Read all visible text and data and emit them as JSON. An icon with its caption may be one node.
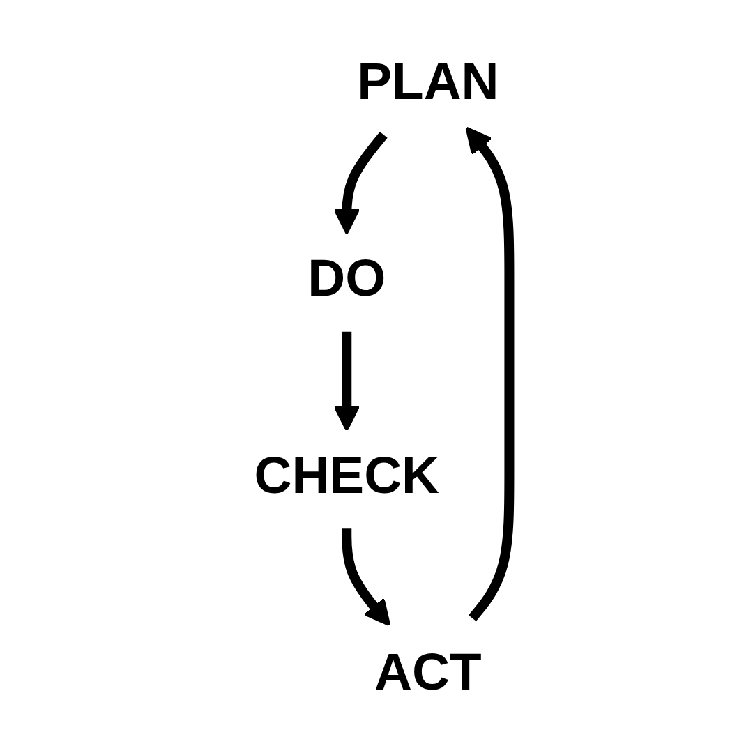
{
  "diagram": {
    "nodes": [
      {
        "text": [
          "PLAN"
        ]
      },
      {
        "text": [
          "DO"
        ]
      },
      {
        "text": [
          "CHECK"
        ]
      },
      {
        "text": [
          "ACT"
        ]
      }
    ],
    "edges": [
      {
        "from": 0,
        "to": 1,
        "arrow": "to"
      },
      {
        "from": 1,
        "to": 2,
        "arrow": "to"
      },
      {
        "from": 2,
        "to": 3,
        "arrow": "to"
      },
      {
        "from": 3,
        "to": 0,
        "arrow": "to"
      }
    ]
  }
}
